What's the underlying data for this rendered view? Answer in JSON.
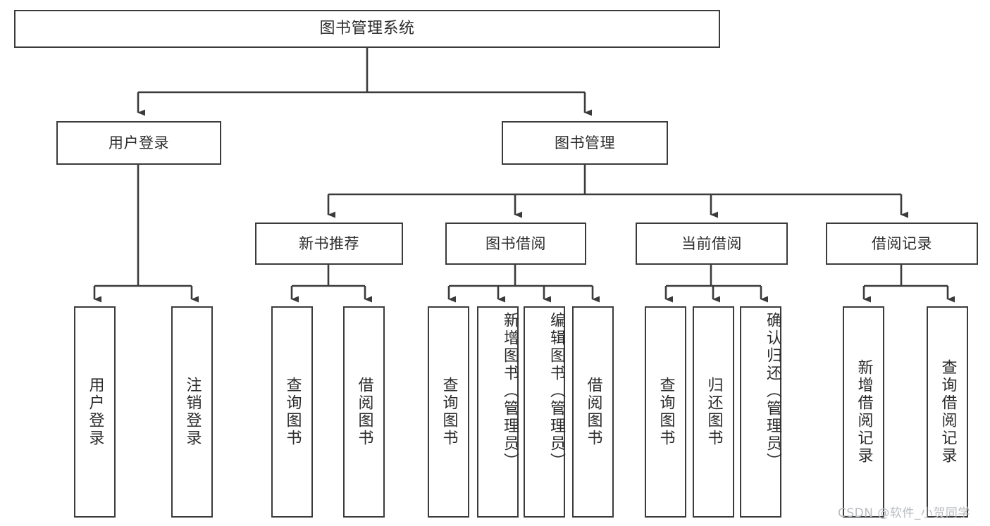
{
  "diagram": {
    "title": "图书管理系统",
    "type": "hierarchy-tree",
    "levels": 4,
    "edge_color": "#3b3b3b",
    "box_border_color": "#3b3b3b",
    "box_fill_color": "#ffffff",
    "text_color": "#2b2b2b"
  },
  "nodes": {
    "root": {
      "label": "图书管理系统"
    },
    "level2": [
      {
        "id": "user-login",
        "label": "用户登录"
      },
      {
        "id": "book-manage",
        "label": "图书管理"
      }
    ],
    "level3": [
      {
        "id": "new-book-recommend",
        "label": "新书推荐"
      },
      {
        "id": "book-borrow",
        "label": "图书借阅"
      },
      {
        "id": "current-borrow",
        "label": "当前借阅"
      },
      {
        "id": "borrow-record",
        "label": "借阅记录"
      }
    ],
    "leaves": {
      "user_login": [
        {
          "id": "leaf-user-login",
          "label": "用户登录"
        },
        {
          "id": "leaf-logout-login",
          "label": "注销登录"
        }
      ],
      "new_book_recommend": [
        {
          "id": "leaf-query-book-1",
          "label": "查询图书"
        },
        {
          "id": "leaf-borrow-book-1",
          "label": "借阅图书"
        }
      ],
      "book_borrow": [
        {
          "id": "leaf-query-book-2",
          "label": "查询图书"
        },
        {
          "id": "leaf-add-book-admin",
          "label": "新增图书（管理员）"
        },
        {
          "id": "leaf-edit-book-admin",
          "label": "编辑图书（管理员）"
        },
        {
          "id": "leaf-borrow-book-2",
          "label": "借阅图书"
        }
      ],
      "current_borrow": [
        {
          "id": "leaf-query-book-3",
          "label": "查询图书"
        },
        {
          "id": "leaf-return-book",
          "label": "归还图书"
        },
        {
          "id": "leaf-confirm-return-admin",
          "label": "确认归还（管理员）"
        }
      ],
      "borrow_record": [
        {
          "id": "leaf-add-borrow-record",
          "label": "新增借阅记录"
        },
        {
          "id": "leaf-query-borrow-record",
          "label": "查询借阅记录"
        }
      ]
    }
  },
  "watermark": {
    "text": "CSDN @软件_小贺同学"
  }
}
